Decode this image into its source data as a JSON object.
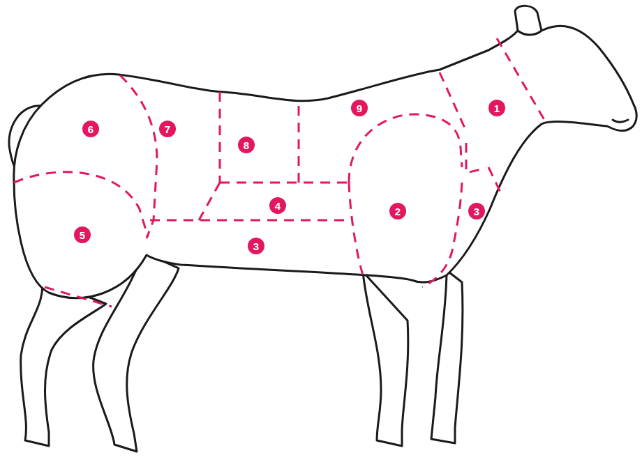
{
  "diagram": {
    "nodes": [
      {
        "text": [
          "9"
        ]
      },
      {
        "text": [
          "1"
        ]
      },
      {
        "text": [
          "6"
        ]
      },
      {
        "text": [
          "7"
        ]
      },
      {
        "text": [
          "8"
        ]
      },
      {
        "text": [
          "4"
        ]
      },
      {
        "text": [
          "2"
        ]
      },
      {
        "text": [
          "3"
        ]
      },
      {
        "text": [
          "5"
        ]
      },
      {
        "text": [
          "3"
        ]
      }
    ]
  }
}
